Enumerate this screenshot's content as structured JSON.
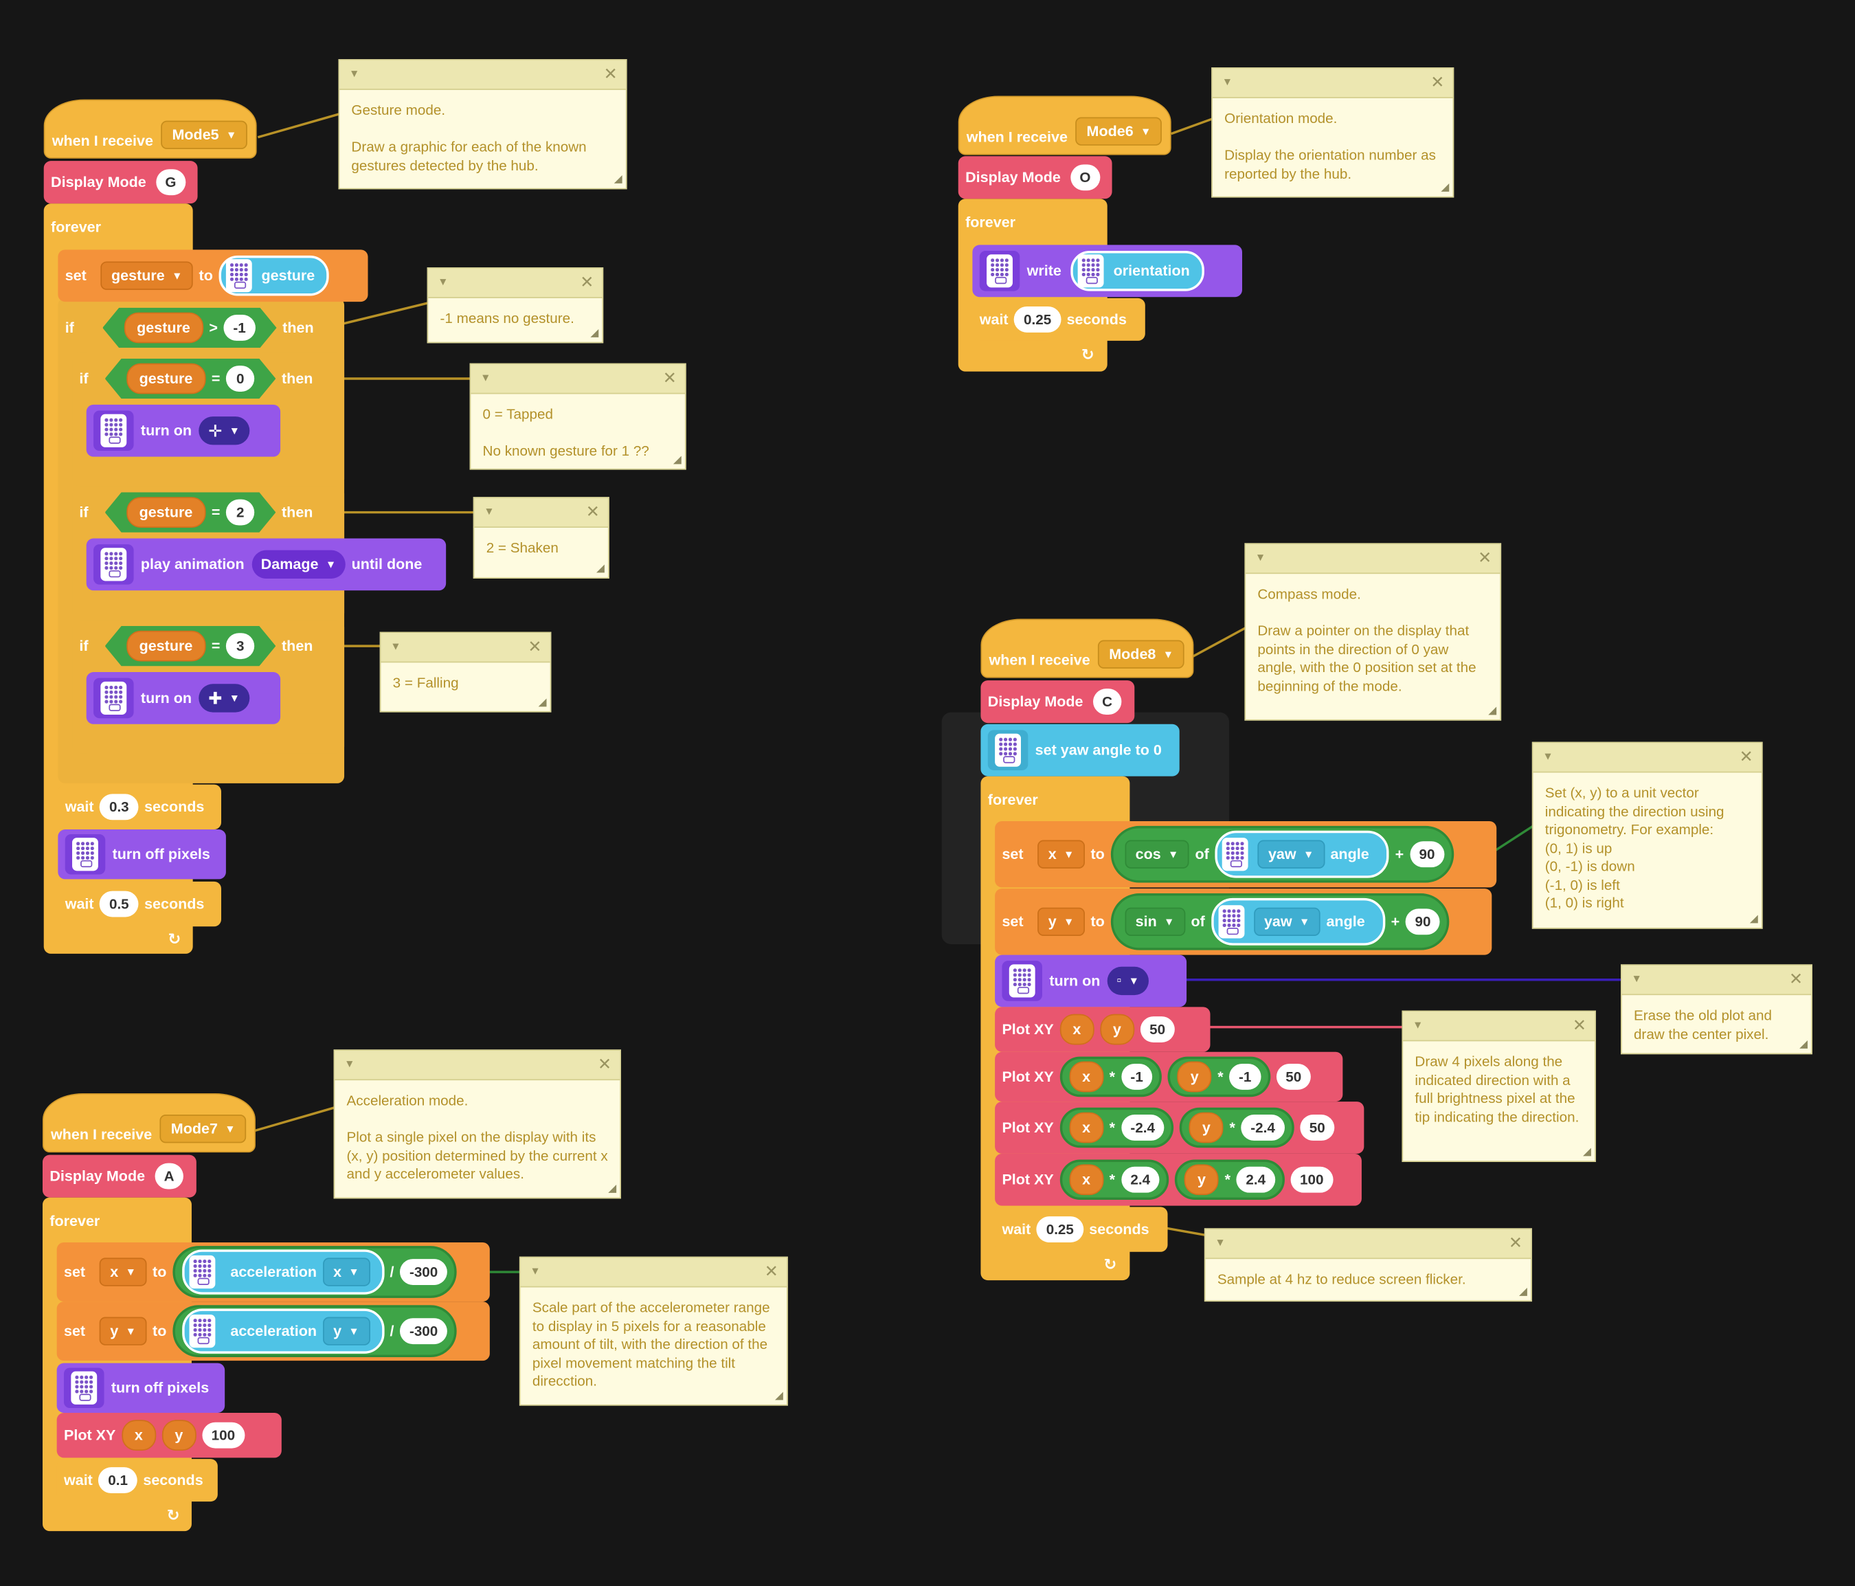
{
  "labels": {
    "when_receive": "when I receive",
    "display_mode": "Display Mode",
    "forever": "forever",
    "set": "set",
    "to": "to",
    "if": "if",
    "then": "then",
    "turn_on": "turn on",
    "play_animation": "play animation",
    "until_done": "until done",
    "wait": "wait",
    "seconds": "seconds",
    "turn_off_pixels": "turn off pixels",
    "write": "write",
    "set_yaw": "set yaw angle to 0",
    "of": "of",
    "angle": "angle",
    "plot_xy": "Plot XY",
    "acceleration": "acceleration"
  },
  "ops": {
    "gt": ">",
    "eq": "=",
    "plus": "+",
    "times": "*",
    "div": "/"
  },
  "mode5": {
    "message": "Mode5",
    "display_letter": "G",
    "variable": "gesture",
    "sensor": "gesture",
    "cmp_value": "-1",
    "if1_value": "0",
    "if2_value": "2",
    "animation": "Damage",
    "if3_value": "3",
    "wait1": "0.3",
    "wait2": "0.5"
  },
  "mode6": {
    "message": "Mode6",
    "display_letter": "O",
    "sensor": "orientation",
    "wait": "0.25"
  },
  "mode7": {
    "message": "Mode7",
    "display_letter": "A",
    "var_x": "x",
    "var_y": "y",
    "axis_x": "x",
    "axis_y": "y",
    "divisor": "-300",
    "plot_x": "x",
    "plot_y": "y",
    "brightness": "100",
    "wait": "0.1"
  },
  "mode8": {
    "message": "Mode8",
    "display_letter": "C",
    "var_x": "x",
    "var_y": "y",
    "func_cos": "cos",
    "func_sin": "sin",
    "axis": "yaw",
    "offset": "90",
    "plot_x": "x",
    "plot_y": "y",
    "center_brightness": "50",
    "row2": {
      "m": "-1",
      "b": "50"
    },
    "row3": {
      "m": "-2.4",
      "b": "50"
    },
    "row4": {
      "m": "2.4",
      "b": "100"
    },
    "wait": "0.25"
  },
  "notes": {
    "n1": "Gesture mode.\n\nDraw a graphic for each of the known gestures detected by the hub.",
    "n2": "-1 means no gesture.",
    "n3": "0 = Tapped\n\nNo known gesture for 1 ??",
    "n4": "2 = Shaken",
    "n5": "3 = Falling",
    "n6": "Orientation mode.\n\nDisplay the orientation number as reported by the hub.",
    "n7": "Compass mode.\n\nDraw a pointer on the display that points in the direction of 0 yaw angle, with the 0 position set at the beginning of the mode.",
    "n8": "Set (x, y) to a unit vector indicating the direction using trigonometry. For example:\n(0, 1) is up\n(0, -1) is down\n(-1, 0) is left\n(1, 0) is right",
    "n9": "Erase the old plot and draw the center pixel.",
    "n10": "Draw 4 pixels along the indicated direction with a full brightness pixel at the tip indicating the direction.",
    "n11": "Sample at 4 hz to reduce screen flicker.",
    "n12": "Acceleration mode.\n\nPlot a single pixel on the display with its (x, y) position determined by the current x and y accelerometer values.",
    "n13": "Scale part of the accelerometer range to display in 5 pixels for a reasonable amount of tilt, with the direction of the pixel movement matching the tilt direcction."
  },
  "icons": {
    "dropdown": "chevron-down-icon",
    "loop": "loop-arrow-icon",
    "hub": "hub-icon",
    "note_toggle": "collapse-triangle-icon",
    "note_close": "close-icon",
    "note_resize": "resize-grip-icon"
  },
  "colors": {
    "background": "#161616",
    "event": "#f4b73e",
    "display": "#e9566f",
    "variable": "#f4923a",
    "operator": "#4caf50",
    "hub": "#9557e9",
    "sensor": "#4fc3e6",
    "note": "#fefbe0"
  }
}
